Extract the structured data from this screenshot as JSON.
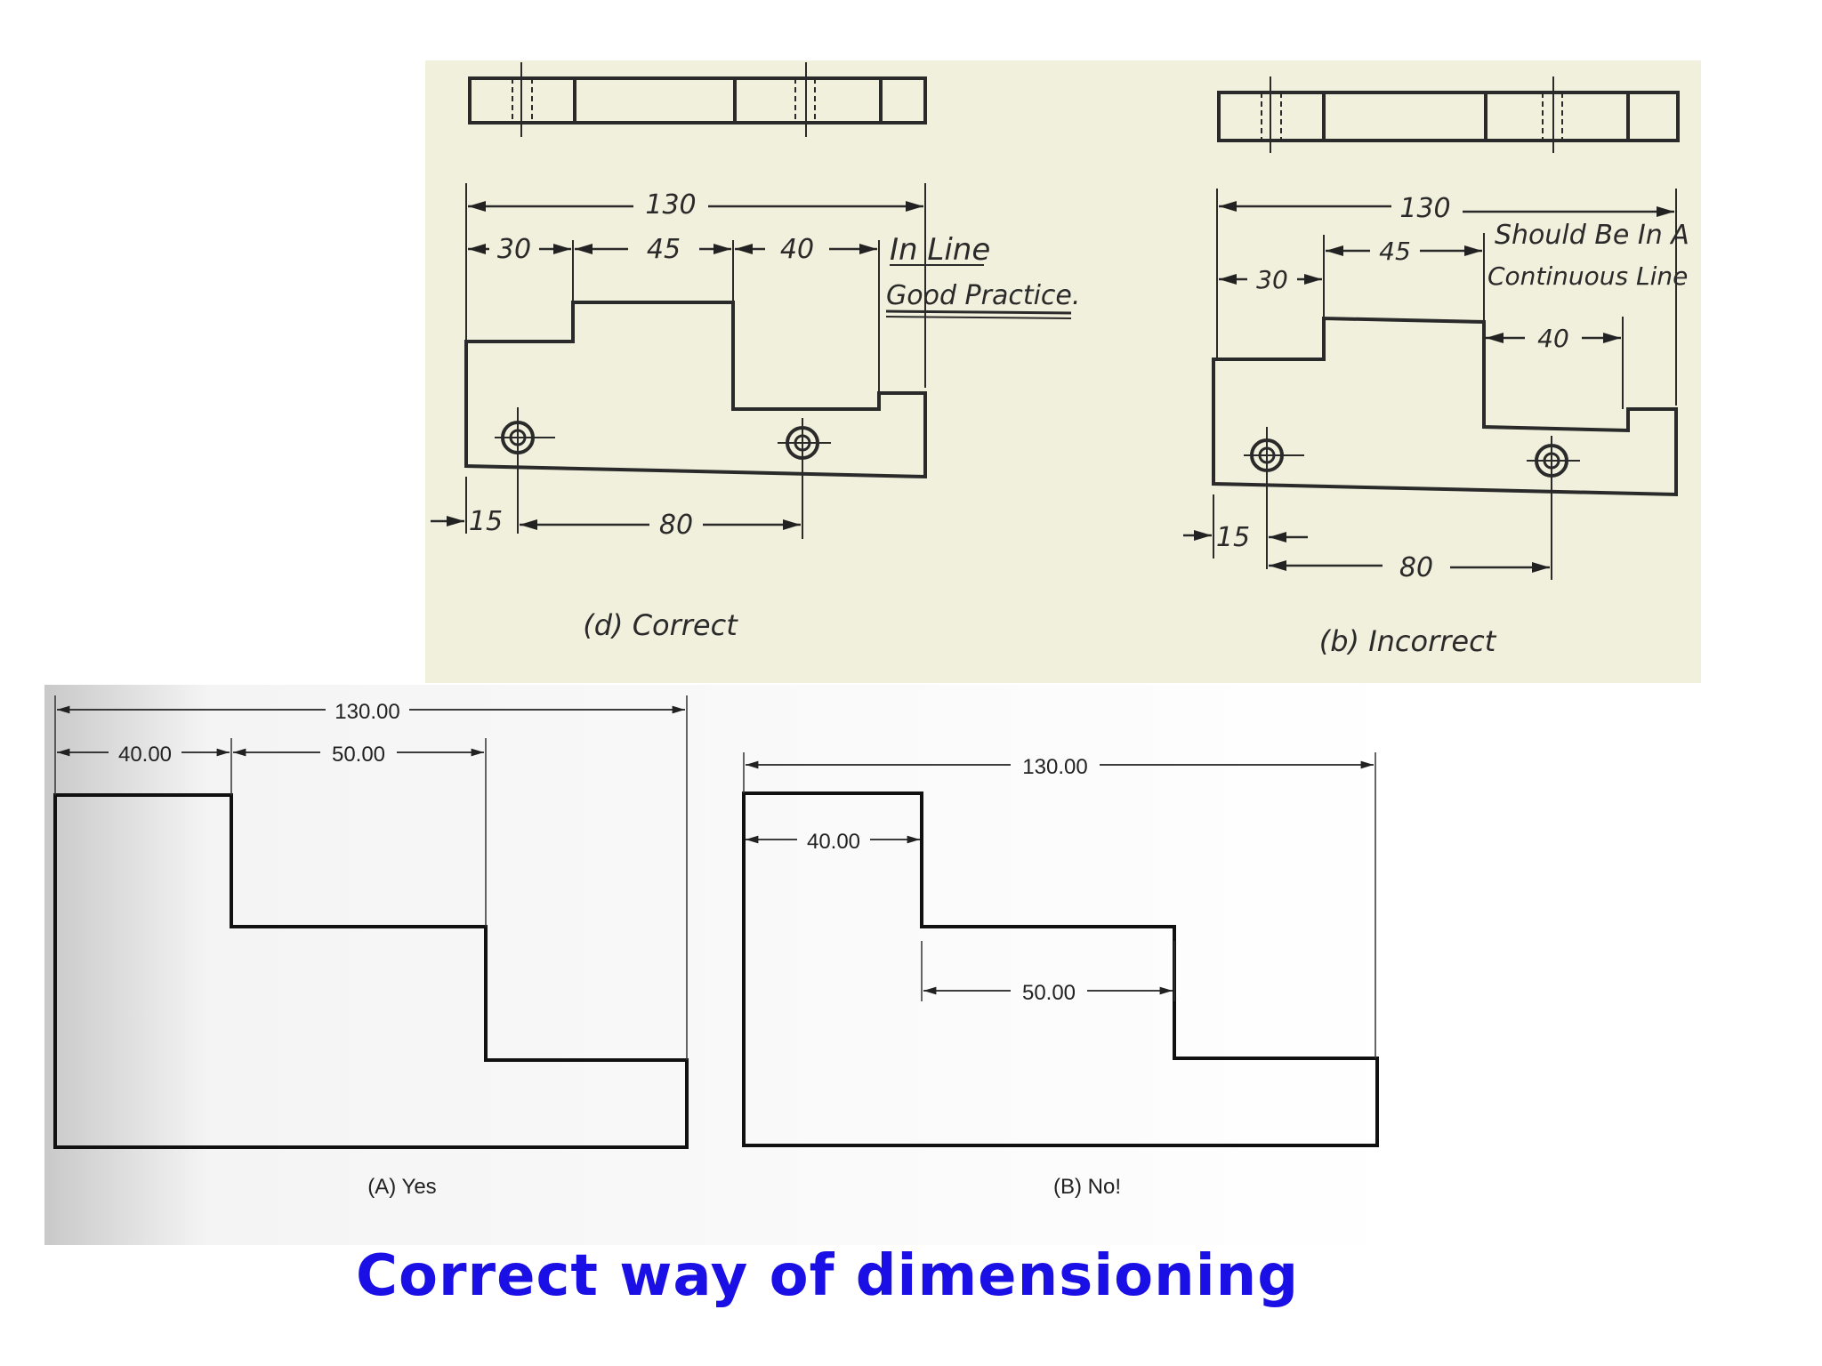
{
  "colors": {
    "paper_top": "#f1f0dc",
    "paper_bottom_left": "#e8e8e8",
    "caption": "#1a10e6",
    "ink": "#2a2a2a"
  },
  "top_left": {
    "dims": {
      "overall": "130",
      "d1": "30",
      "d2": "45",
      "d3": "40",
      "hole_offset": "15",
      "hole_spacing": "80"
    },
    "note_line1": "In Line",
    "note_line2": "Good Practice.",
    "caption": "(d) Correct"
  },
  "top_right": {
    "dims": {
      "overall": "130",
      "d1": "30",
      "d2": "45",
      "d3": "40",
      "hole_offset": "15",
      "hole_spacing": "80"
    },
    "note_line1": "Should Be In A",
    "note_line2": "Continuous Line",
    "caption": "(b) Incorrect"
  },
  "bottom_left": {
    "dims": {
      "overall": "130.00",
      "d1": "40.00",
      "d2": "50.00"
    },
    "caption": "(A) Yes"
  },
  "bottom_right": {
    "dims": {
      "overall": "130.00",
      "d1": "40.00",
      "d2": "50.00"
    },
    "caption": "(B) No!"
  },
  "footer": {
    "title": "Correct way of dimensioning"
  }
}
